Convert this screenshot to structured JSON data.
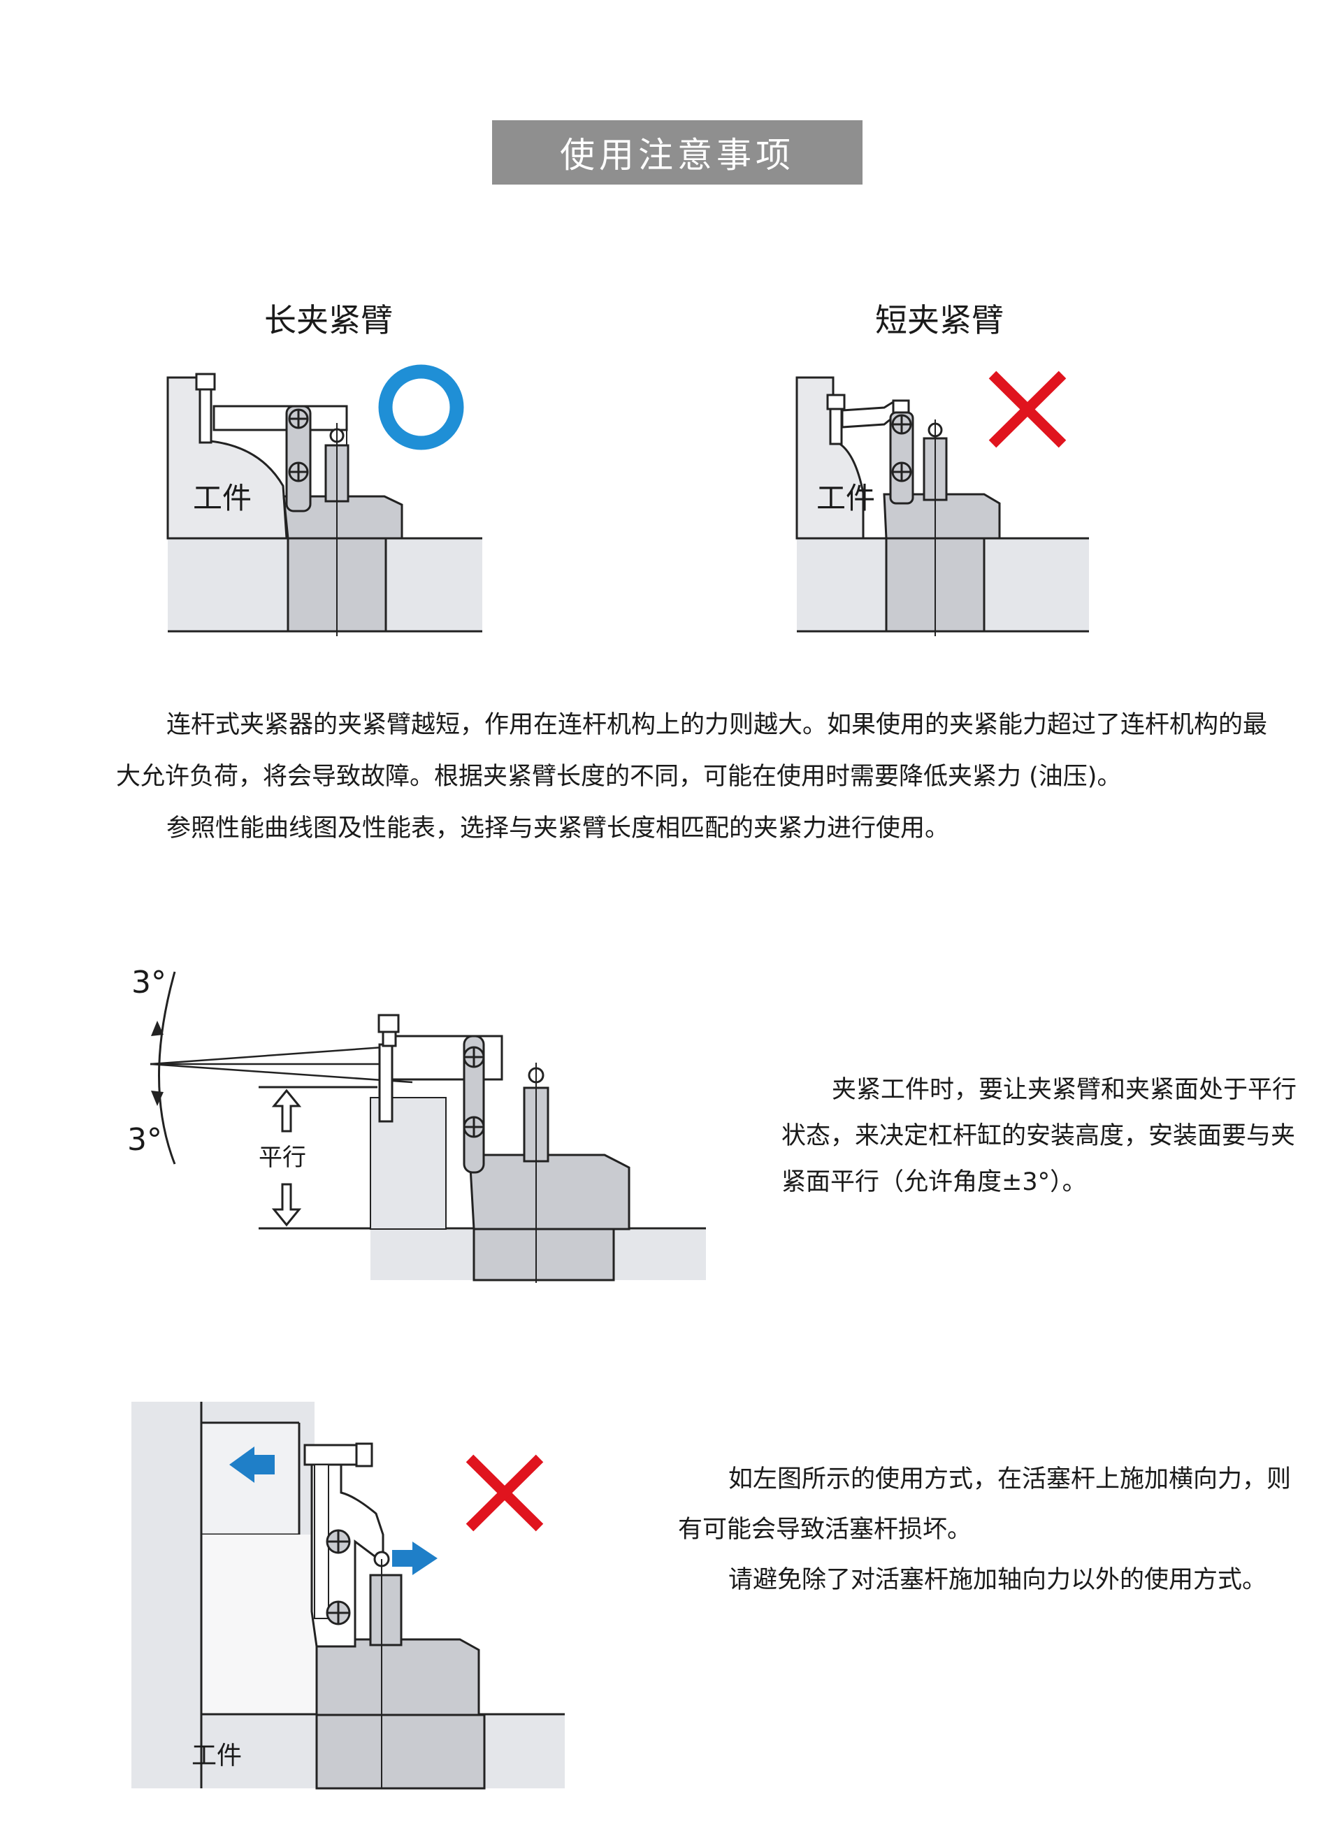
{
  "header": {
    "title": "使用注意事项"
  },
  "section1": {
    "long_label": "长夹紧臂",
    "short_label": "短夹紧臂",
    "workpiece_label": "工件",
    "ok_icon": "circle-ok-icon",
    "ng_icon": "cross-ng-icon",
    "ok_color": "#1f8fd6",
    "ng_color": "#e0141e",
    "para1": "连杆式夹紧器的夹紧臂越短，作用在连杆机构上的力则越大。如果使用的夹紧能力超过了连杆机构的最大允许负荷，将会导致故障。根据夹紧臂长度的不同，可能在使用时需要降低夹紧力 (油压)。",
    "para2": "参照性能曲线图及性能表，选择与夹紧臂长度相匹配的夹紧力进行使用。"
  },
  "section2": {
    "angle_top": "3°",
    "angle_bottom": "3°",
    "parallel_label": "平行",
    "para": "夹紧工件时，要让夹紧臂和夹紧面处于平行状态，来决定杠杆缸的安装高度，安装面要与夹紧面平行（允许角度±3°）。"
  },
  "section3": {
    "workpiece_label": "工件",
    "arrow_color": "#1f7fc8",
    "ng_icon": "cross-ng-icon",
    "para1": "如左图所示的使用方式，在活塞杆上施加横向力，则有可能会导致活塞杆损坏。",
    "para2": "请避免除了对活塞杆施加轴向力以外的使用方式。"
  }
}
